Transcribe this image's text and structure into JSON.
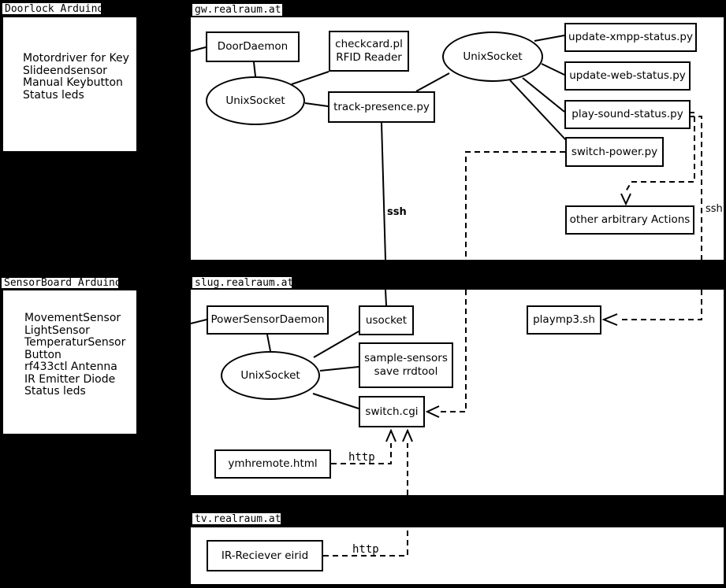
{
  "diagram": {
    "background_color": "#000000",
    "surface_color": "#ffffff",
    "line_color": "#000000"
  },
  "hardware": {
    "doorlock": {
      "title": "Doorlock Arduino",
      "lines": [
        "Motordriver for Key",
        "Slideendsensor",
        "Manual Keybutton",
        "Status leds"
      ]
    },
    "sensorboard": {
      "title": "SensorBoard Arduino",
      "lines": [
        "MovementSensor",
        "LightSensor",
        "TemperaturSensor",
        "Button",
        "rf433ctl Antenna",
        "IR Emitter Diode",
        "Status leds"
      ]
    }
  },
  "clusters": {
    "gw": {
      "label": "gw.realraum.at",
      "nodes": {
        "doordaemon": "DoorDaemon",
        "checkcard": [
          "checkcard.pl",
          "RFID Reader"
        ],
        "unixsocket1": "UnixSocket",
        "trackpresence": "track-presence.py",
        "unixsocket2": "UnixSocket",
        "update_xmpp": "update-xmpp-status.py",
        "update_web": "update-web-status.py",
        "play_sound": "play-sound-status.py",
        "switch_power": "switch-power.py",
        "other_actions": "other arbitrary Actions"
      }
    },
    "slug": {
      "label": "slug.realraum.at",
      "nodes": {
        "powersensordaemon": "PowerSensorDaemon",
        "usocket": "usocket",
        "unixsocket": "UnixSocket",
        "samplesensors": [
          "sample-sensors",
          "save rrdtool"
        ],
        "switchcgi": "switch.cgi",
        "playmp3": "playmp3.sh",
        "ymhremote": "ymhremote.html"
      }
    },
    "tv": {
      "label": "tv.realraum.at",
      "nodes": {
        "irreciever": "IR-Reciever eirid"
      }
    }
  },
  "edge_labels": {
    "ssh_track": "ssh",
    "ssh_play": "ssh",
    "http_ymh": "http",
    "http_ir": "http"
  },
  "edges": [
    {
      "from": "Doorlock Arduino",
      "to": "DoorDaemon",
      "style": "solid"
    },
    {
      "from": "DoorDaemon",
      "to": "UnixSocket (gw)",
      "style": "solid"
    },
    {
      "from": "UnixSocket (gw)",
      "to": "checkcard.pl RFID Reader",
      "style": "solid"
    },
    {
      "from": "UnixSocket (gw)",
      "to": "track-presence.py",
      "style": "solid"
    },
    {
      "from": "UnixSocket (gw 2)",
      "to": "track-presence.py",
      "style": "solid"
    },
    {
      "from": "UnixSocket (gw 2)",
      "to": "update-xmpp-status.py",
      "style": "solid"
    },
    {
      "from": "UnixSocket (gw 2)",
      "to": "update-web-status.py",
      "style": "solid"
    },
    {
      "from": "UnixSocket (gw 2)",
      "to": "play-sound-status.py",
      "style": "solid"
    },
    {
      "from": "UnixSocket (gw 2)",
      "to": "switch-power.py",
      "style": "solid"
    },
    {
      "from": "track-presence.py",
      "to": "usocket",
      "style": "solid",
      "label": "ssh"
    },
    {
      "from": "play-sound-status.py",
      "to": "other arbitrary Actions",
      "style": "dashed"
    },
    {
      "from": "play-sound-status.py",
      "to": "playmp3.sh",
      "style": "dashed",
      "label": "ssh"
    },
    {
      "from": "switch-power.py",
      "to": "switch.cgi",
      "style": "dashed"
    },
    {
      "from": "SensorBoard Arduino",
      "to": "PowerSensorDaemon",
      "style": "solid"
    },
    {
      "from": "PowerSensorDaemon",
      "to": "UnixSocket (slug)",
      "style": "solid"
    },
    {
      "from": "UnixSocket (slug)",
      "to": "usocket",
      "style": "solid"
    },
    {
      "from": "UnixSocket (slug)",
      "to": "sample-sensors save rrdtool",
      "style": "solid"
    },
    {
      "from": "UnixSocket (slug)",
      "to": "switch.cgi",
      "style": "solid"
    },
    {
      "from": "ymhremote.html",
      "to": "switch.cgi",
      "style": "dashed",
      "label": "http"
    },
    {
      "from": "IR-Reciever eirid",
      "to": "switch.cgi",
      "style": "dashed",
      "label": "http"
    }
  ]
}
